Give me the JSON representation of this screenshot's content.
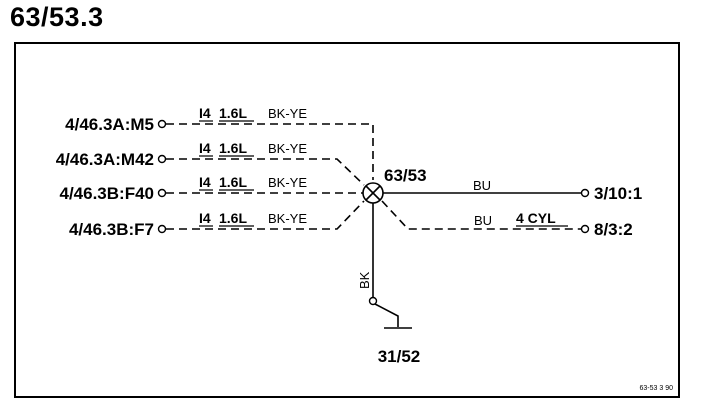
{
  "title": "63/53.3",
  "splice": {
    "label": "63/53"
  },
  "ground": {
    "label": "31/52",
    "wire_color": "BK"
  },
  "left_connectors": [
    {
      "label": "4/46.3A:M5",
      "spec": "I4",
      "gauge": "1.6L",
      "color": "BK-YE"
    },
    {
      "label": "4/46.3A:M42",
      "spec": "I4",
      "gauge": "1.6L",
      "color": "BK-YE"
    },
    {
      "label": "4/46.3B:F40",
      "spec": "I4",
      "gauge": "1.6L",
      "color": "BK-YE"
    },
    {
      "label": "4/46.3B:F7",
      "spec": "I4",
      "gauge": "1.6L",
      "color": "BK-YE"
    }
  ],
  "right_connectors": [
    {
      "label": "3/10:1",
      "color": "BU",
      "note": ""
    },
    {
      "label": "8/3:2",
      "color": "BU",
      "note": "4 CYL"
    }
  ],
  "footer_code": "63-53 3 90"
}
